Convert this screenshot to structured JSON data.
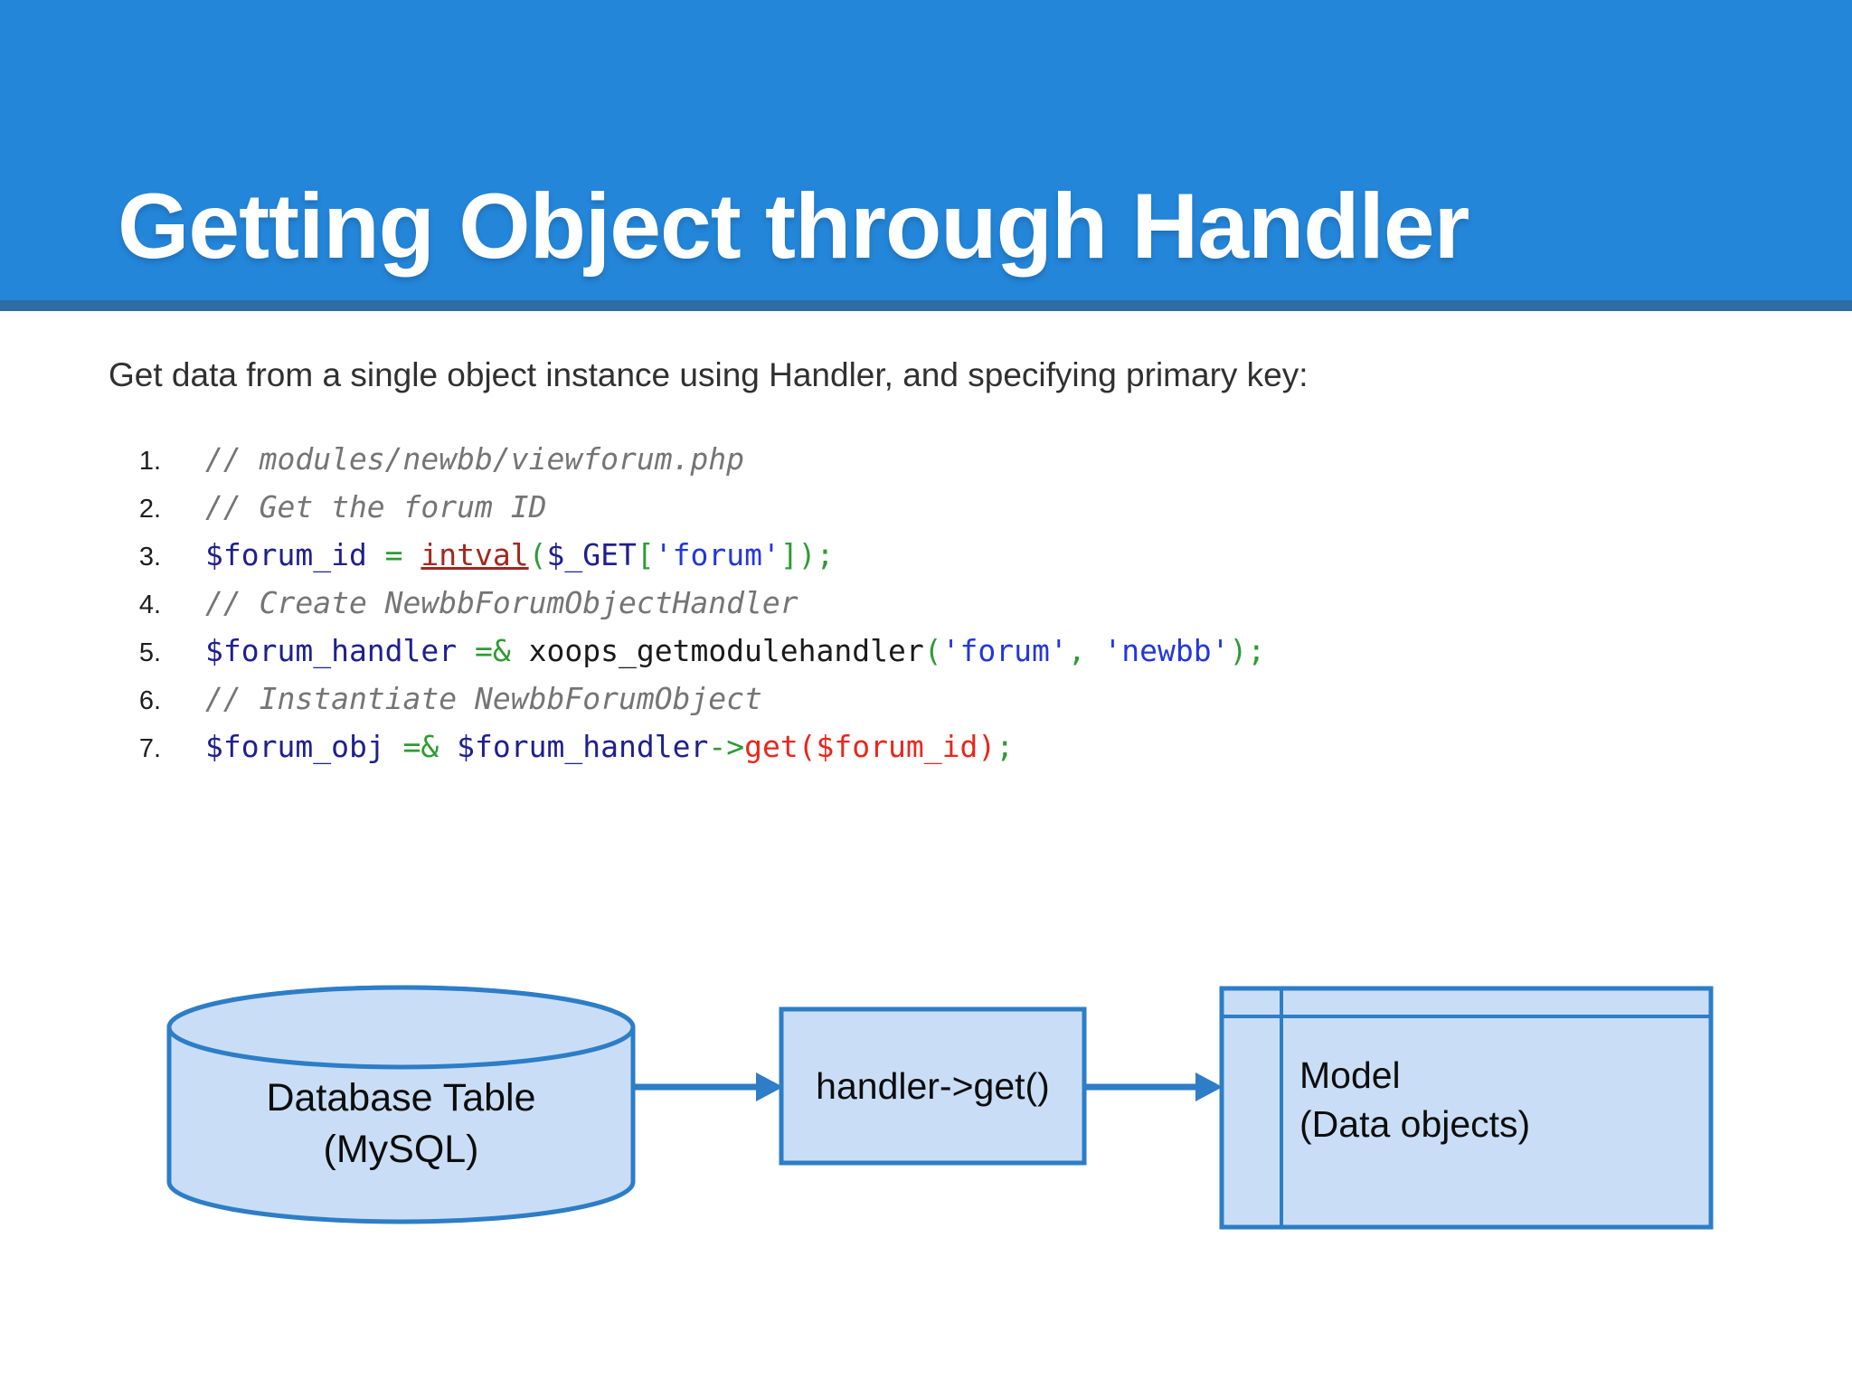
{
  "slide": {
    "title": "Getting Object through Handler",
    "intro": "Get data from a single object instance using Handler, and specifying primary key:"
  },
  "code": {
    "lines": [
      {
        "num": "1.",
        "tokens": [
          {
            "c": "comment",
            "t": "// modules/newbb/viewforum.php"
          }
        ]
      },
      {
        "num": "2.",
        "tokens": [
          {
            "c": "comment",
            "t": "// Get the forum ID"
          }
        ]
      },
      {
        "num": "3.",
        "tokens": [
          {
            "c": "var",
            "t": "$forum_id"
          },
          {
            "c": "op",
            "t": " = "
          },
          {
            "c": "fnred",
            "t": "intval"
          },
          {
            "c": "op",
            "t": "("
          },
          {
            "c": "var",
            "t": "$_GET"
          },
          {
            "c": "op",
            "t": "["
          },
          {
            "c": "str",
            "t": "'forum'"
          },
          {
            "c": "op",
            "t": "]);"
          }
        ]
      },
      {
        "num": "4.",
        "tokens": [
          {
            "c": "comment",
            "t": "// Create NewbbForumObjectHandler"
          }
        ]
      },
      {
        "num": "5.",
        "tokens": [
          {
            "c": "var",
            "t": "$forum_handler"
          },
          {
            "c": "op",
            "t": " =& "
          },
          {
            "c": "plain",
            "t": "xoops_getmodulehandler"
          },
          {
            "c": "op",
            "t": "("
          },
          {
            "c": "str",
            "t": "'forum'"
          },
          {
            "c": "op",
            "t": ", "
          },
          {
            "c": "str",
            "t": "'newbb'"
          },
          {
            "c": "op",
            "t": ");"
          }
        ]
      },
      {
        "num": "6.",
        "tokens": [
          {
            "c": "comment",
            "t": "// Instantiate NewbbForumObject"
          }
        ]
      },
      {
        "num": "7.",
        "tokens": [
          {
            "c": "var",
            "t": "$forum_obj"
          },
          {
            "c": "op",
            "t": " =& "
          },
          {
            "c": "var",
            "t": "$forum_handler"
          },
          {
            "c": "op",
            "t": "->"
          },
          {
            "c": "call",
            "t": "get($forum_id)"
          },
          {
            "c": "op",
            "t": ";"
          }
        ]
      }
    ]
  },
  "diagram": {
    "db_line1": "Database Table",
    "db_line2": "(MySQL)",
    "handler_label": "handler->get()",
    "model_line1": "Model",
    "model_line2": "(Data objects)"
  },
  "colors": {
    "header-blue": "#2486d9",
    "header-strip": "#2d6ca4",
    "shape-fill": "#c9def6",
    "shape-stroke": "#2d7dc7",
    "code-comment": "#757575",
    "code-var": "#1f1f8f",
    "code-op": "#2e9b33",
    "code-fnred": "#a3271f",
    "code-str": "#2336de",
    "code-call": "#e8271c",
    "code-plain": "#1a1a1a",
    "text-dark": "#303030"
  }
}
